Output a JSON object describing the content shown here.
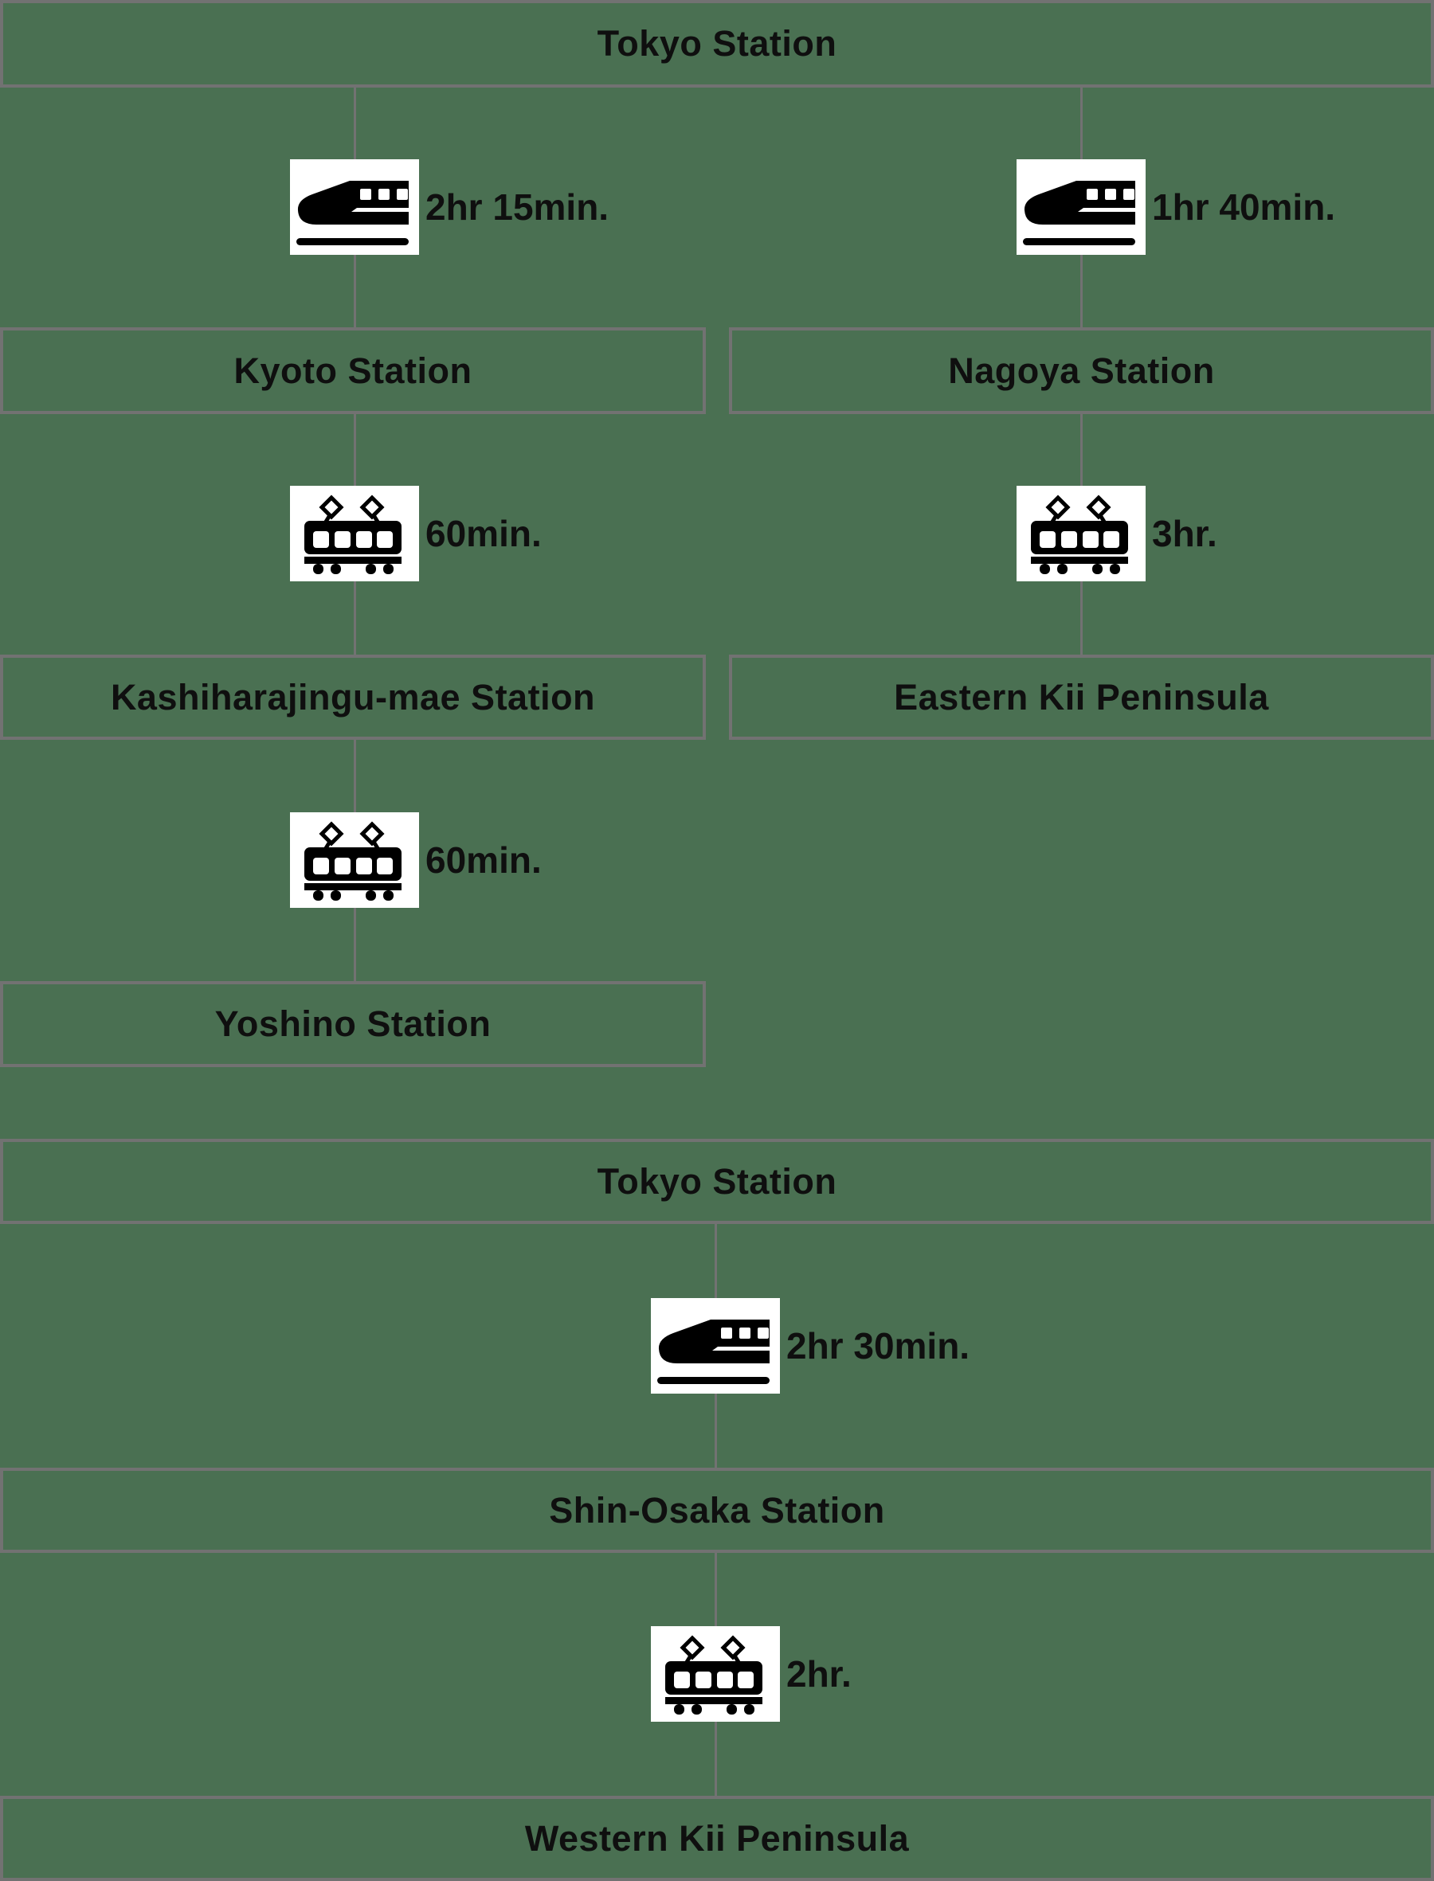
{
  "colors": {
    "bg": "#4A7052",
    "border": "#727272",
    "line": "#727272",
    "text": "#0f0f0f",
    "iconbg": "#ffffff",
    "iconfg": "#000000"
  },
  "diagram1": {
    "stations": {
      "tokyo": "Tokyo Station",
      "kyoto": "Kyoto Station",
      "nagoya": "Nagoya Station",
      "kashihara": "Kashiharajingu-mae Station",
      "eastern": "Eastern Kii Peninsula",
      "yoshino": "Yoshino Station"
    },
    "legs": {
      "tokyo_kyoto": {
        "mode": "shinkansen",
        "duration": "2hr 15min."
      },
      "tokyo_nagoya": {
        "mode": "shinkansen",
        "duration": "1hr 40min."
      },
      "kyoto_kashihara": {
        "mode": "local-train",
        "duration": "60min."
      },
      "nagoya_eastern": {
        "mode": "local-train",
        "duration": "3hr."
      },
      "kashihara_yoshino": {
        "mode": "local-train",
        "duration": "60min."
      }
    }
  },
  "diagram2": {
    "stations": {
      "tokyo": "Tokyo Station",
      "shinosaka": "Shin-Osaka Station",
      "western": "Western Kii Peninsula"
    },
    "legs": {
      "tokyo_shinosaka": {
        "mode": "shinkansen",
        "duration": "2hr 30min."
      },
      "shinosaka_western": {
        "mode": "local-train",
        "duration": "2hr."
      }
    }
  }
}
